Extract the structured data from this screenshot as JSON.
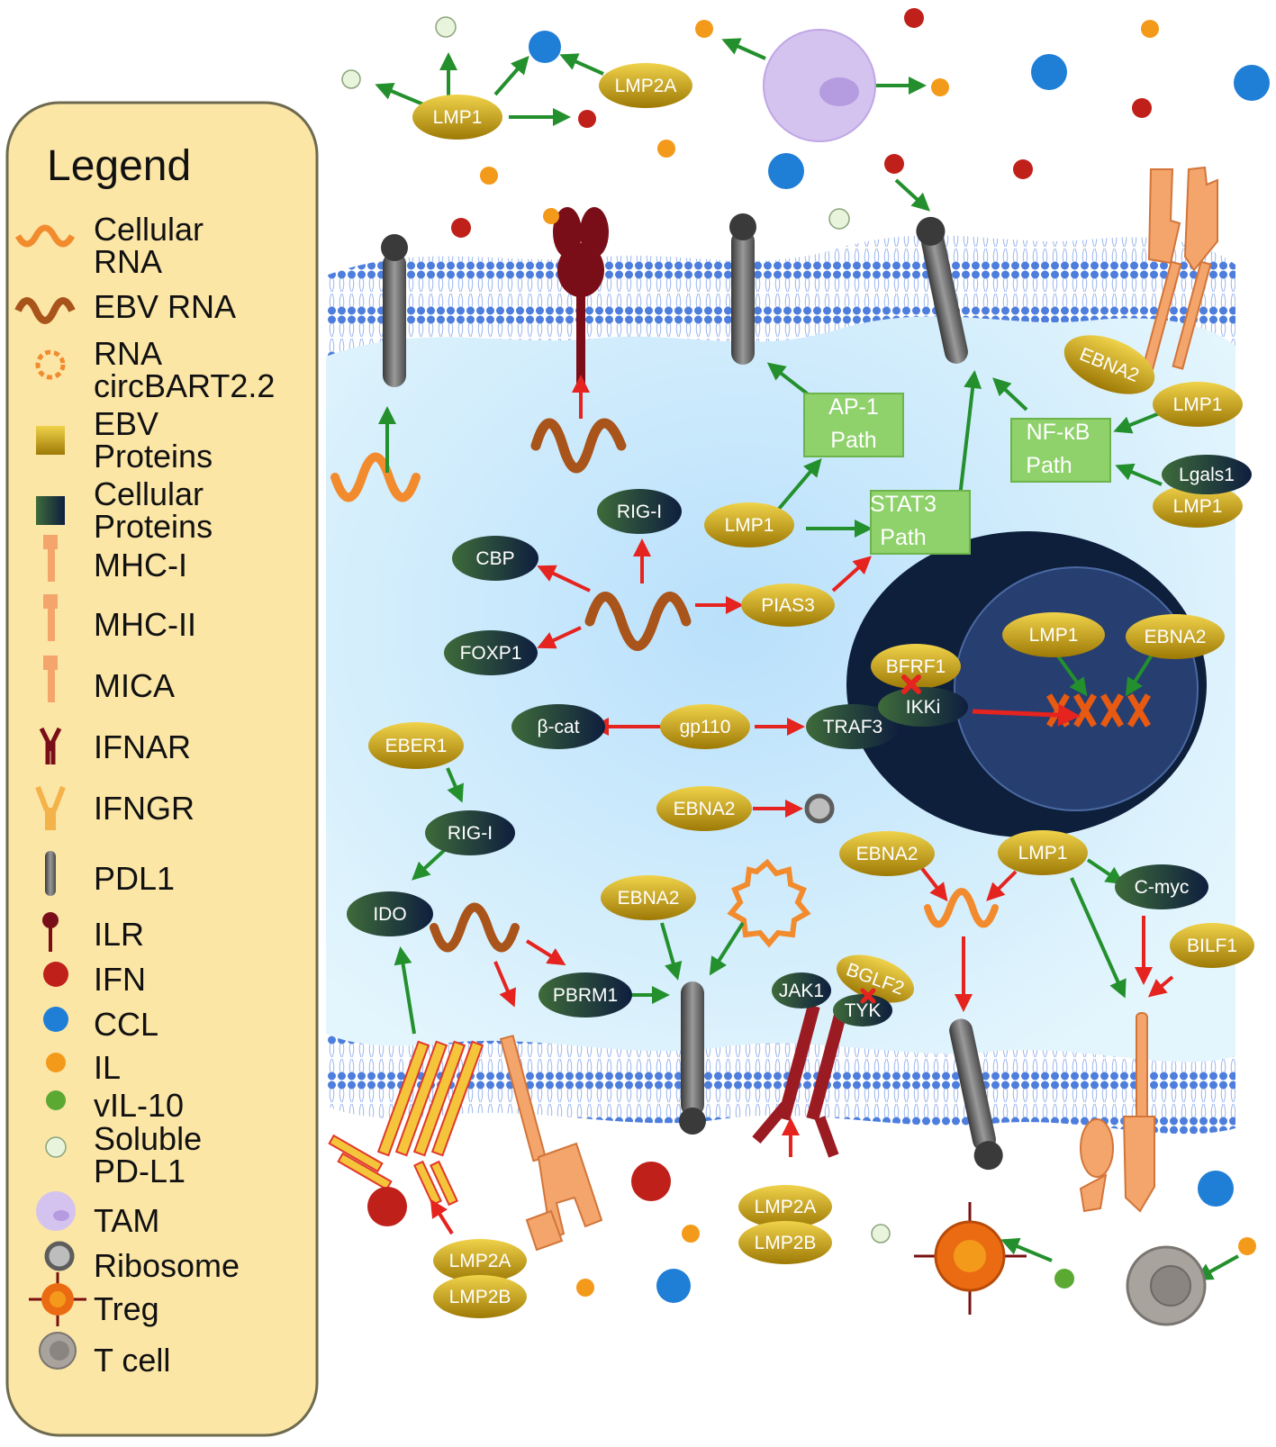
{
  "legend": {
    "title": "Legend",
    "items": [
      {
        "id": "cellular-rna",
        "lines": [
          "Cellular",
          "RNA"
        ]
      },
      {
        "id": "ebv-rna",
        "lines": [
          "EBV RNA"
        ]
      },
      {
        "id": "rna-circbart",
        "lines": [
          "RNA",
          "circBART2.2"
        ]
      },
      {
        "id": "ebv-proteins",
        "lines": [
          "EBV",
          "Proteins"
        ]
      },
      {
        "id": "cellular-proteins",
        "lines": [
          "Cellular",
          "Proteins"
        ]
      },
      {
        "id": "mhc-i",
        "lines": [
          "MHC-I"
        ]
      },
      {
        "id": "mhc-ii",
        "lines": [
          "MHC-II"
        ]
      },
      {
        "id": "mica",
        "lines": [
          "MICA"
        ]
      },
      {
        "id": "ifnar",
        "lines": [
          "IFNAR"
        ]
      },
      {
        "id": "ifngr",
        "lines": [
          "IFNGR"
        ]
      },
      {
        "id": "pdl1",
        "lines": [
          "PDL1"
        ]
      },
      {
        "id": "ilr",
        "lines": [
          "ILR"
        ]
      },
      {
        "id": "ifn",
        "lines": [
          "IFN"
        ]
      },
      {
        "id": "ccl",
        "lines": [
          "CCL"
        ]
      },
      {
        "id": "il",
        "lines": [
          "IL"
        ]
      },
      {
        "id": "vil10",
        "lines": [
          "vIL-10"
        ]
      },
      {
        "id": "soluble-pdl1",
        "lines": [
          "Soluble",
          "PD-L1"
        ]
      },
      {
        "id": "tam",
        "lines": [
          "TAM"
        ]
      },
      {
        "id": "ribosome",
        "lines": [
          "Ribosome"
        ]
      },
      {
        "id": "treg",
        "lines": [
          "Treg"
        ]
      },
      {
        "id": "tcell",
        "lines": [
          "T cell"
        ]
      }
    ]
  },
  "labels": {
    "ebv": {
      "lmp1_top": "LMP1",
      "lmp2a_top": "LMP2A",
      "ebna2_membrane": "EBNA2",
      "lmp1_ap1": "LMP1",
      "lmp1_nfkb": "LMP1",
      "lmp1_lgals": "LMP1",
      "pias3": "PIAS3",
      "gp110": "gp110",
      "ebna2_ribo": "EBNA2",
      "eber1": "EBER1",
      "lmp1_nuc": "LMP1",
      "ebna2_nuc": "EBNA2",
      "bfrf1": "BFRF1",
      "ebna2_mica": "EBNA2",
      "lmp1_mid": "LMP1",
      "bilf1": "BILF1",
      "ebna2_pdl1": "EBNA2",
      "bglf2": "BGLF2",
      "lmp2a_bottom": "LMP2A",
      "lmp2b_bottom": "LMP2B",
      "lmp2a_jak": "LMP2A",
      "lmp2b_jak": "LMP2B"
    },
    "cell": {
      "rig1_top": "RIG-I",
      "cbp": "CBP",
      "foxp1": "FOXP1",
      "bcat": "β-cat",
      "traf3": "TRAF3",
      "ikki": "IKKi",
      "rig1_mid": "RIG-I",
      "ido": "IDO",
      "pbrm1": "PBRM1",
      "cmyc": "C-myc",
      "jak1": "JAK1",
      "tyk": "TYK",
      "lgals1": "Lgals1"
    },
    "paths": {
      "ap1_l1": "AP-1",
      "ap1_l2": "Path",
      "nfkb_l1": "NF-κB",
      "nfkb_l2": "Path",
      "stat3_l1": "STAT3",
      "stat3_l2": "Path"
    }
  },
  "colors": {
    "legend_bg": "#FBE6A6",
    "legend_border": "#6E6A4F",
    "cytoplasm": "#D4F0FB",
    "membrane": "#4A79DB",
    "ebv_protein": "#BC9A0C",
    "cell_protein": "#1C3A2E",
    "path_box": "#8FD16B",
    "arrow_green": "#24902D",
    "arrow_red": "#E5231F",
    "nucleus_outer": "#0E1F3B",
    "nucleus_inner": "#263E70",
    "ifn": "#C0201A",
    "ccl": "#1F7ED6",
    "il": "#F49A1A",
    "vil10": "#5BA932",
    "soluble_pdl1": "#E9F4DD",
    "tam": "#D5C3EF",
    "ribosome": "#5D5D5D",
    "treg": "#EB6B12",
    "tcell": "#A9A39E",
    "cellular_rna": "#F28B2E",
    "ebv_rna": "#A9541A",
    "mhc": "#F4A56B",
    "ifnar": "#7A0E18",
    "ifngr": "#F4B24B",
    "pdl1": "#6B6B6B"
  }
}
